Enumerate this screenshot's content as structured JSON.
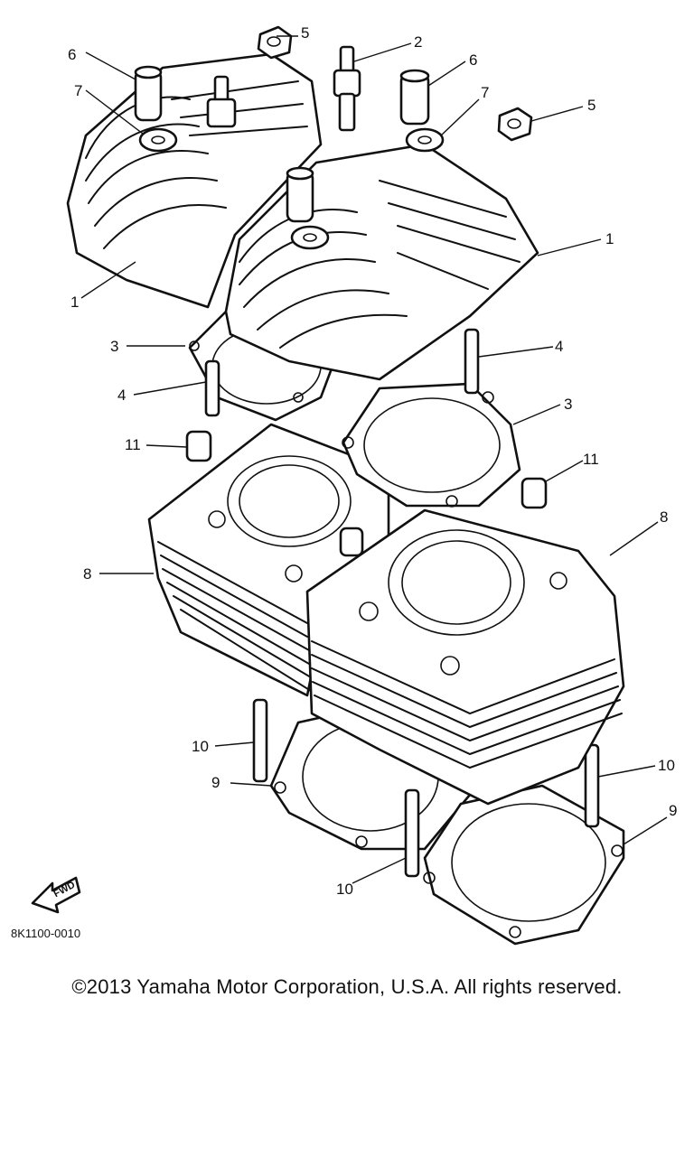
{
  "diagram": {
    "callouts": {
      "c1a": "1",
      "c1b": "1",
      "c2": "2",
      "c3a": "3",
      "c3b": "3",
      "c4a": "4",
      "c4b": "4",
      "c5a": "5",
      "c5b": "5",
      "c6a": "6",
      "c6b": "6",
      "c7a": "7",
      "c7b": "7",
      "c8a": "8",
      "c8b": "8",
      "c9a": "9",
      "c9b": "9",
      "c10a": "10",
      "c10b": "10",
      "c10c": "10",
      "c11a": "11",
      "c11b": "11"
    },
    "fwd_label": "FWD",
    "part_code": "8K1100-0010"
  },
  "footer": {
    "copyright": "©2013 Yamaha Motor Corporation, U.S.A. All rights reserved."
  }
}
